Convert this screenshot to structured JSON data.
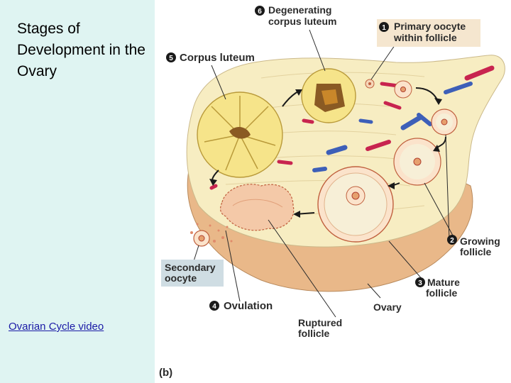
{
  "slide": {
    "title": "Stages of Development in the Ovary",
    "link_text": "Ovarian Cycle video"
  },
  "figure": {
    "panel_label": "(b)",
    "stages": [
      {
        "num": "1",
        "line1": "Primary oocyte",
        "line2": "within follicle"
      },
      {
        "num": "2",
        "line1": "Growing",
        "line2": "follicle"
      },
      {
        "num": "3",
        "line1": "Mature",
        "line2": "follicle"
      },
      {
        "num": "4",
        "line1": "Ovulation",
        "line2": ""
      },
      {
        "num": "5",
        "line1": "Corpus luteum",
        "line2": ""
      },
      {
        "num": "6",
        "line1": "Degenerating",
        "line2": "corpus luteum"
      }
    ],
    "other_labels": {
      "secondary_oocyte_1": "Secondary",
      "secondary_oocyte_2": "oocyte",
      "ovary": "Ovary",
      "ruptured_1": "Ruptured",
      "ruptured_2": "follicle"
    }
  },
  "colors": {
    "left_panel": "#dff4f2",
    "ovary_fill": "#f7edc2",
    "ovary_base": "#e9b889",
    "corpus_luteum": "#f6e48a",
    "vessel_red": "#c8244f",
    "vessel_blue": "#3d5fb8",
    "label_box": "#f5e6cf",
    "secondary_box": "#cfdde3"
  }
}
